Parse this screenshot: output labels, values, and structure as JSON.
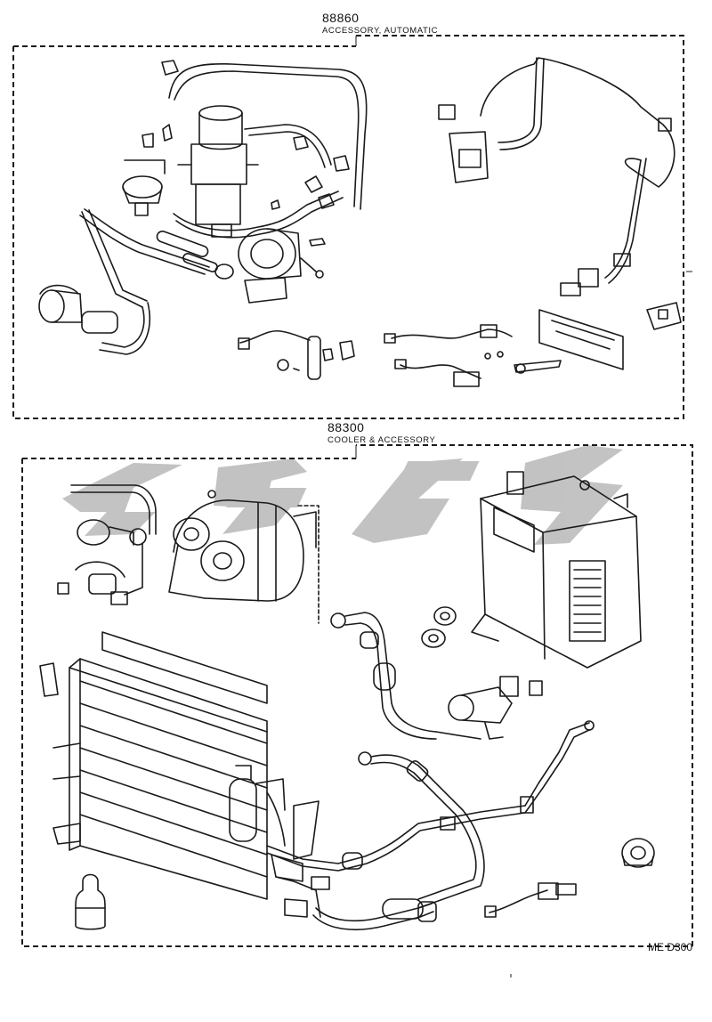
{
  "groups": [
    {
      "number": "88860",
      "name": "ACCESSORY, AUTOMATIC"
    },
    {
      "number": "88300",
      "name": "COOLER & ACCESSORY"
    }
  ],
  "figure_code": "ME D300",
  "colors": {
    "ink": "#1a1a1a",
    "watermark": "#b3b3b3",
    "paper": "#ffffff"
  }
}
